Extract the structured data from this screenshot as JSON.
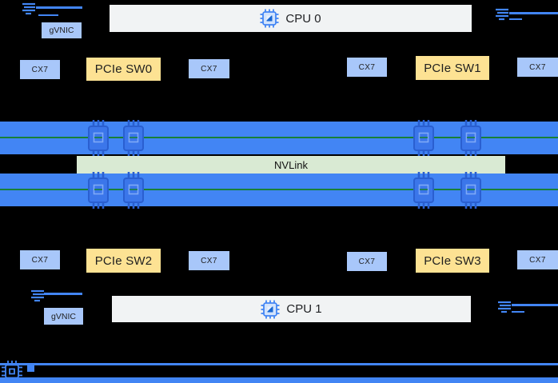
{
  "colors": {
    "background": "#000000",
    "gpu_band_blue": "#4285f4",
    "nic_box_blue": "#a8c7fa",
    "pcie_box_yellow": "#fde293",
    "cpu_box_gray": "#f1f3f4",
    "nvlink_bar_green": "#d9ead3",
    "nvlink_line_green": "#188038",
    "chip_icon_blue": "#4285f4",
    "chip_inner_dark_blue": "#1967d2"
  },
  "cpu0": {
    "label": "CPU 0"
  },
  "cpu1": {
    "label": "CPU 1"
  },
  "gvnic_top": {
    "label": "gVNIC"
  },
  "gvnic_bottom": {
    "label": "gVNIC"
  },
  "nvlink": {
    "label": "NVLink"
  },
  "row_top": {
    "cx7_a": "CX7",
    "sw0": "PCIe SW0",
    "cx7_b": "CX7",
    "cx7_c": "CX7",
    "sw1": "PCIe SW1",
    "cx7_d": "CX7"
  },
  "row_bottom": {
    "cx7_a": "CX7",
    "sw2": "PCIe SW2",
    "cx7_b": "CX7",
    "cx7_c": "CX7",
    "sw3": "PCIe SW3",
    "cx7_d": "CX7"
  },
  "icons": {
    "cpu_chip": "cpu-chip-icon",
    "gpu_chip": "gpu-chip-icon",
    "nic": "nic-icon",
    "strip_chip": "chip-icon"
  }
}
